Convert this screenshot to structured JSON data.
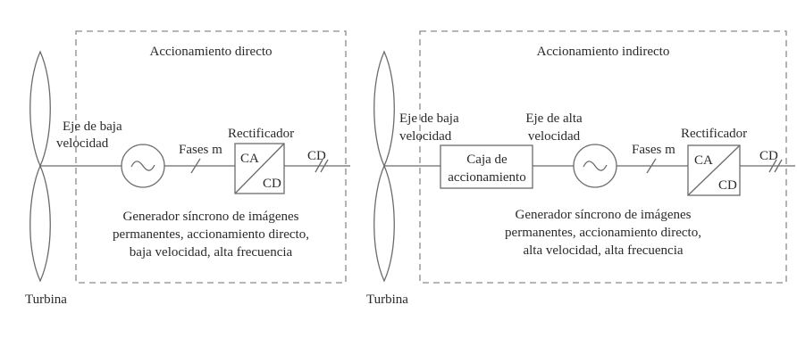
{
  "left": {
    "title": "Accionamiento directo",
    "shaft_label": [
      "Eje de baja",
      "velocidad"
    ],
    "phases": "Fases m",
    "rectifier": "Rectificador",
    "ca": "CA",
    "cd_box": "CD",
    "cd_out": "CD",
    "generator_caption": [
      "Generador síncrono de imágenes",
      "permanentes, accionamiento directo,",
      "baja velocidad, alta frecuencia"
    ],
    "turbine": "Turbina"
  },
  "right": {
    "title": "Accionamiento indirecto",
    "shaft_low": [
      "Eje de baja",
      "velocidad"
    ],
    "gearbox": [
      "Caja de",
      "accionamiento"
    ],
    "shaft_high": [
      "Eje de alta",
      "velocidad"
    ],
    "phases": "Fases m",
    "rectifier": "Rectificador",
    "ca": "CA",
    "cd_box": "CD",
    "cd_out": "CD",
    "generator_caption": [
      "Generador síncrono de imágenes",
      "permanentes, accionamiento directo,",
      "alta velocidad, alta frecuencia"
    ],
    "turbine": "Turbina"
  },
  "icons": [
    "ac-generator-icon",
    "ac-dc-converter-icon",
    "wind-turbine-blade-icon"
  ]
}
